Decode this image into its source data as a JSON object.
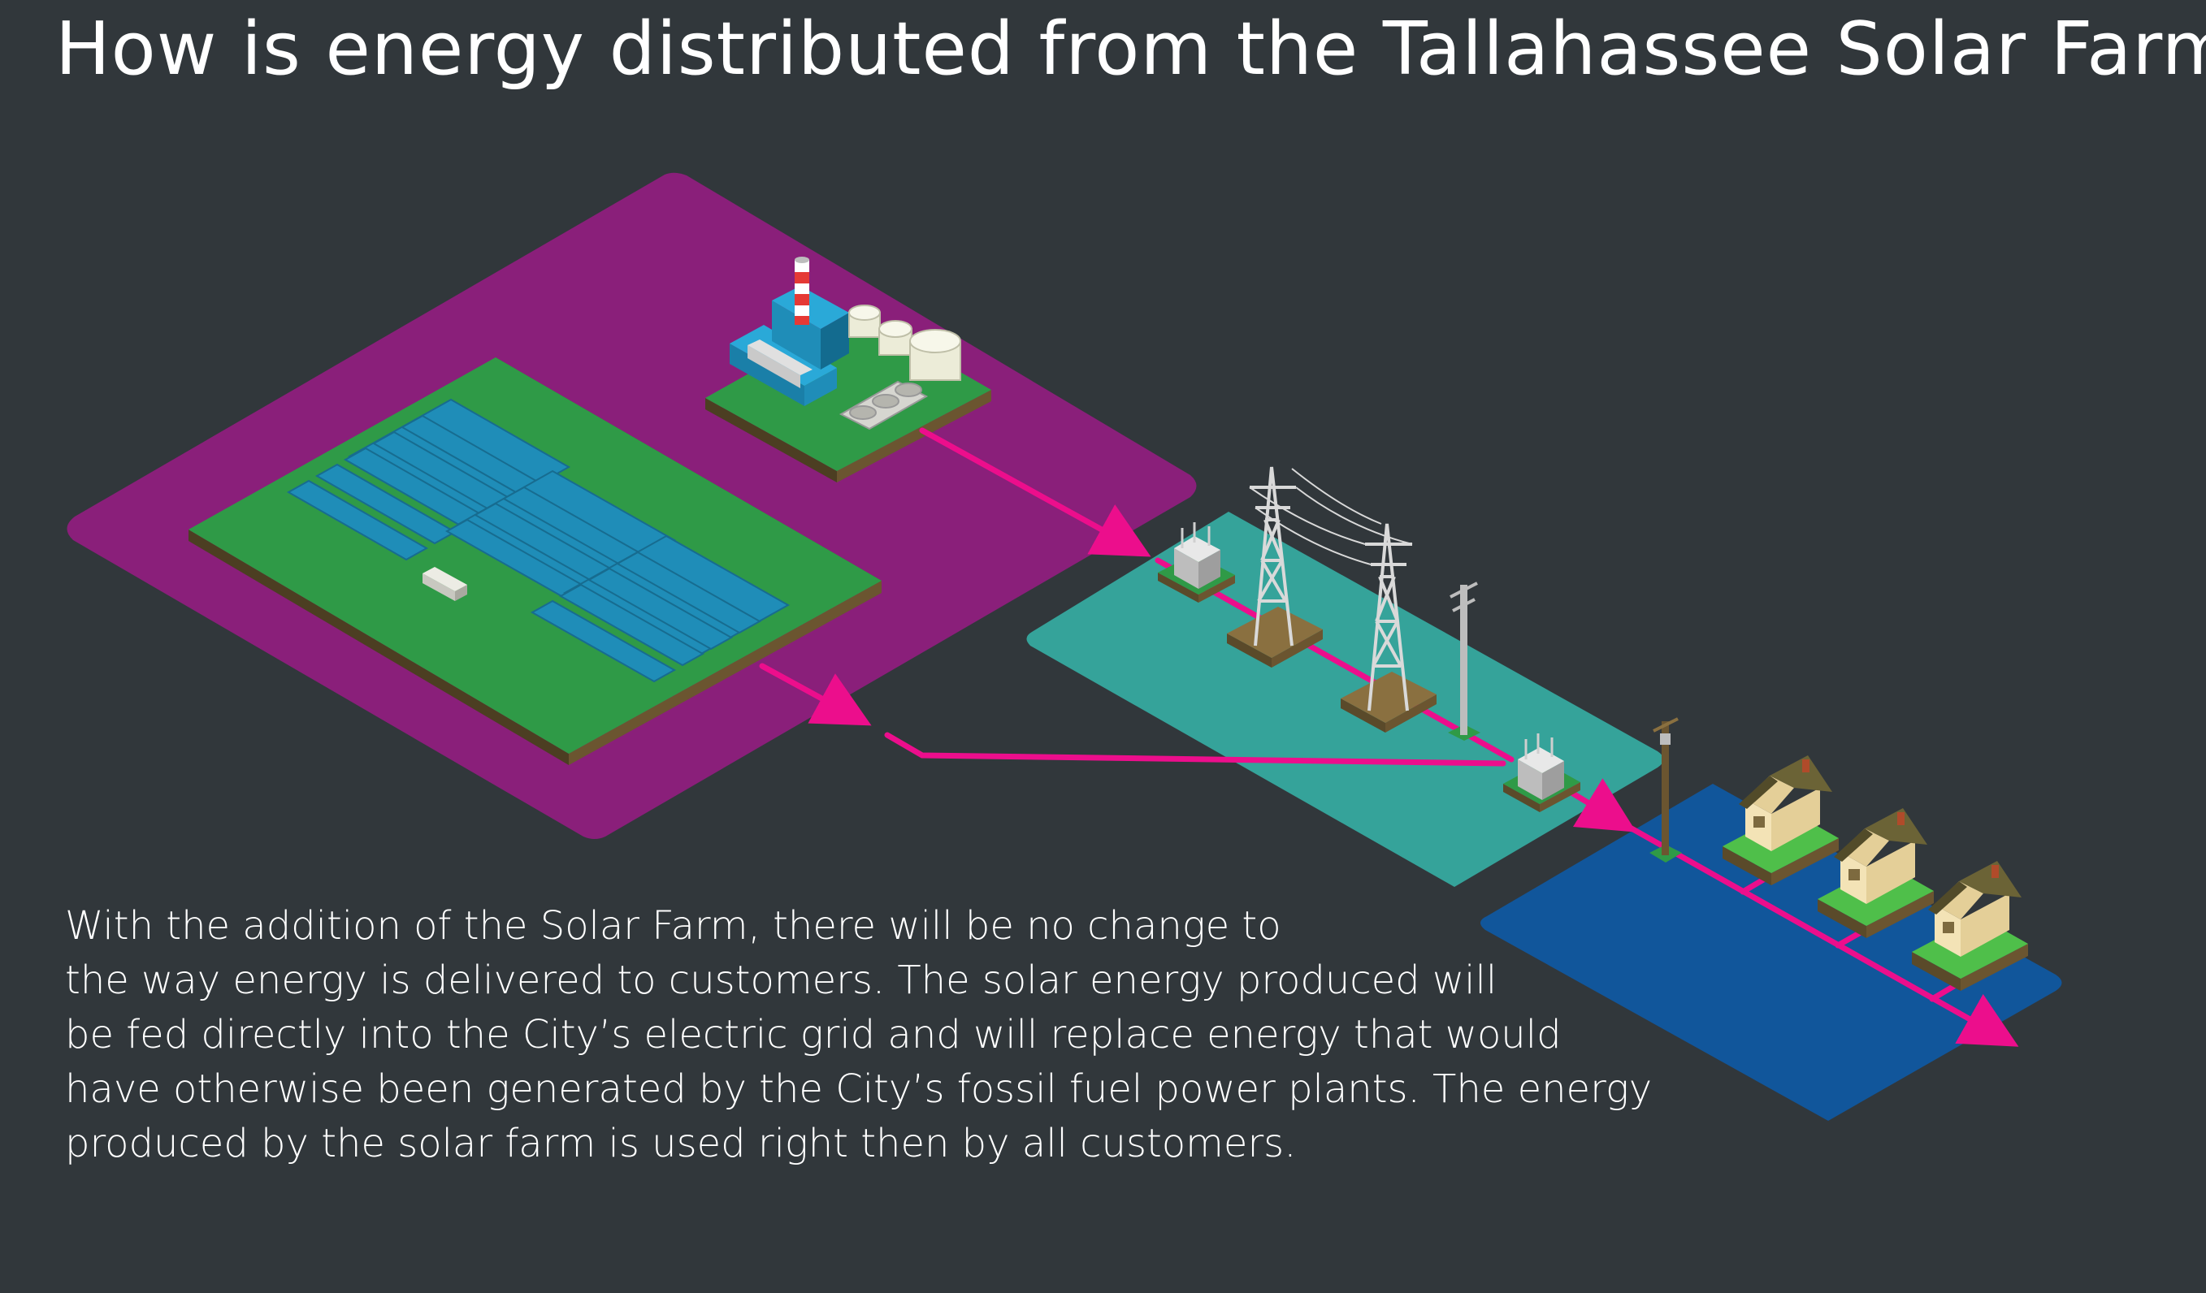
{
  "title": "How is energy distributed from the Tallahassee Solar Farm?",
  "description_lines": [
    "With the addition of the Solar Farm, there will be no change to",
    "the way energy is delivered to customers. The solar energy produced will",
    "be fed directly into the City’s electric grid and will replace energy that would",
    "have otherwise been generated by the City’s fossil fuel power plants. The energy",
    "produced by the solar farm is used right then by all customers."
  ],
  "colors": {
    "background": "#31373b",
    "generation_zone": "#8a1f7a",
    "transmission_zone": "#35a39a",
    "distribution_zone": "#11569b",
    "grass": "#2f9a47",
    "solar_panel": "#1f8db8",
    "power_flow_arrow": "#ec0e8c",
    "text": "#ffffff"
  },
  "icons": {
    "solar_farm": "solar-panel-array-icon",
    "power_plant": "fossil-fuel-power-plant-icon",
    "substation": "transformer-substation-icon",
    "transmission_tower": "transmission-tower-icon",
    "utility_pole": "utility-pole-icon",
    "house": "house-icon"
  }
}
